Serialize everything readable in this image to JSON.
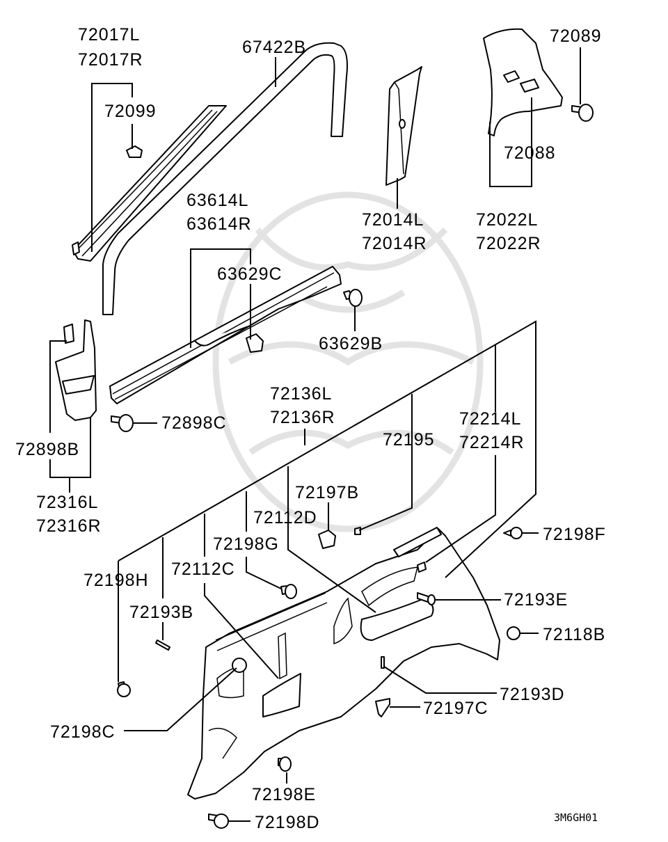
{
  "diagram_code": "3M6GH01",
  "labels": {
    "p72017L": "72017L",
    "p72017R": "72017R",
    "p72099": "72099",
    "p67422B": "67422B",
    "p72014L": "72014L",
    "p72014R": "72014R",
    "p72089": "72089",
    "p72088": "72088",
    "p72022L": "72022L",
    "p72022R": "72022R",
    "p63614L": "63614L",
    "p63614R": "63614R",
    "p63629C": "63629C",
    "p63629B": "63629B",
    "p72898C": "72898C",
    "p72898B": "72898B",
    "p72316L": "72316L",
    "p72316R": "72316R",
    "p72136L": "72136L",
    "p72136R": "72136R",
    "p72195": "72195",
    "p72214L": "72214L",
    "p72214R": "72214R",
    "p72197B": "72197B",
    "p72112D": "72112D",
    "p72198G": "72198G",
    "p72198F": "72198F",
    "p72112C": "72112C",
    "p72198H": "72198H",
    "p72193E": "72193E",
    "p72193B": "72193B",
    "p72118B": "72118B",
    "p72193D": "72193D",
    "p72197C": "72197C",
    "p72198C": "72198C",
    "p72198E": "72198E",
    "p72198D": "72198D"
  }
}
